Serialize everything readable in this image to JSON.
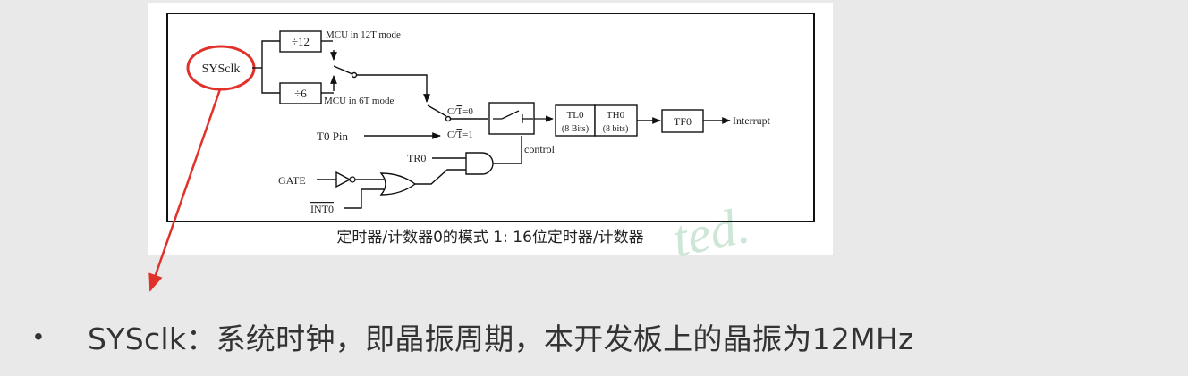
{
  "diagram": {
    "sysclk_label": "SYSclk",
    "div12_label": "÷12",
    "div6_label": "÷6",
    "mode12_label": "MCU in 12T mode",
    "mode6_label": "MCU in 6T mode",
    "ct0_prefix": "C/",
    "ct0_t": "T",
    "ct0_suffix": "=0",
    "ct1_prefix": "C/",
    "ct1_t": "T",
    "ct1_suffix": "=1",
    "t0pin_label": "T0 Pin",
    "control_label": "control",
    "tl0_label": "TL0",
    "tl0_sub": "(8 Bits)",
    "th0_label": "TH0",
    "th0_sub": "(8 bits)",
    "tf0_label": "TF0",
    "interrupt_label": "Interrupt",
    "tr0_label": "TR0",
    "gate_label": "GATE",
    "int0_label": "INT0",
    "caption": "定时器/计数器0的模式 1: 16位定时器/计数器",
    "watermark": "ted."
  },
  "annotation_color": "#e0322a",
  "bullet": {
    "marker": "•",
    "text": "SYSclk：系统时钟，即晶振周期，本开发板上的晶振为12MHz"
  }
}
